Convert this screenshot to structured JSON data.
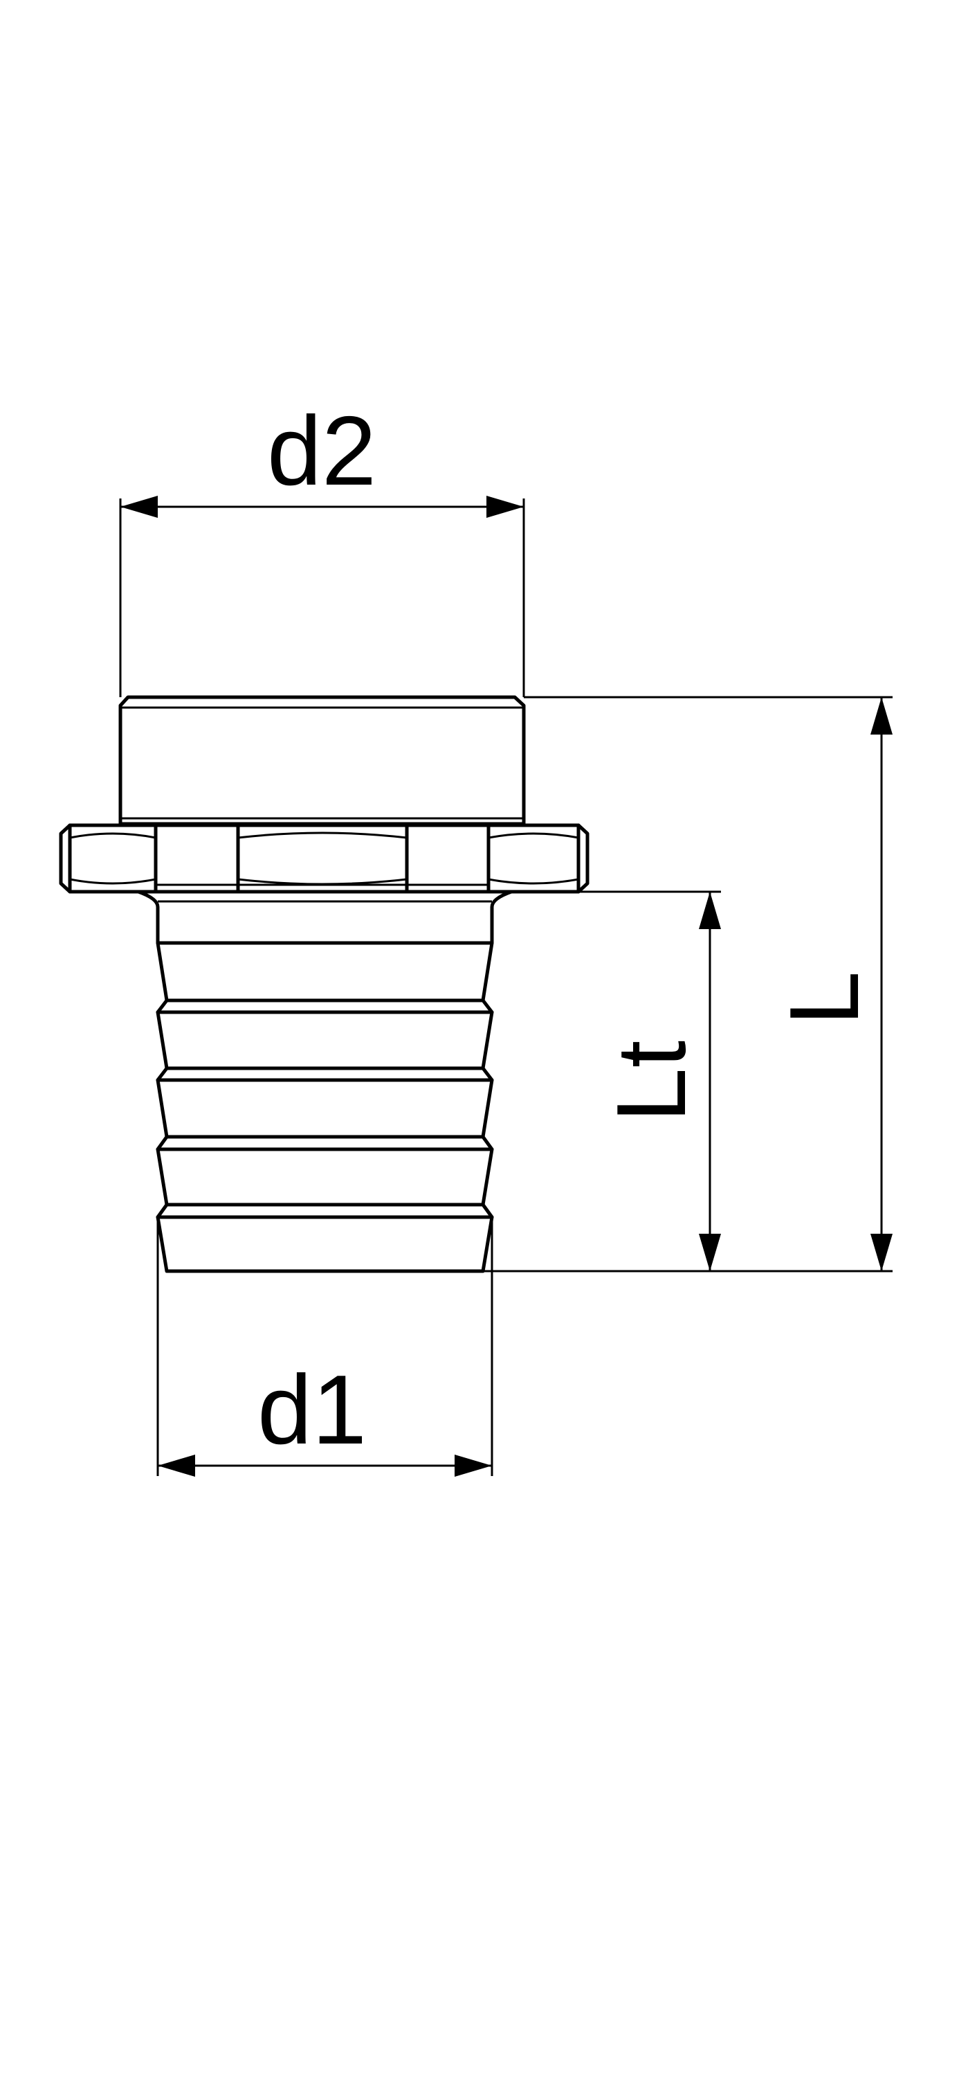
{
  "dimensions": {
    "d2": "d2",
    "d1": "d1",
    "Lt": "Lt",
    "L": "L"
  }
}
